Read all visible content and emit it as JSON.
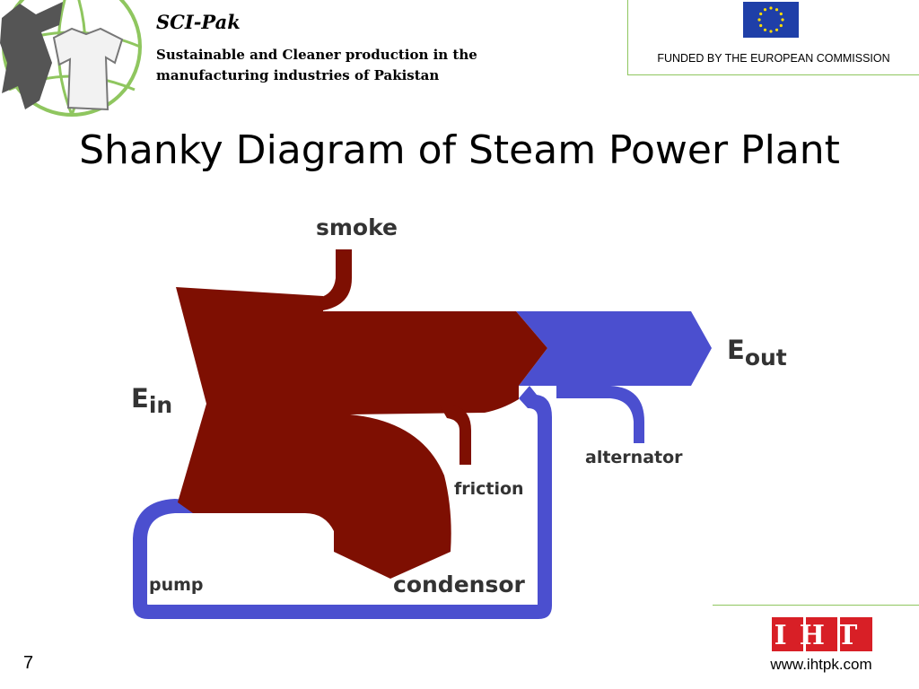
{
  "header": {
    "title": "SCI-Pak",
    "subtitle": "Sustainable and Cleaner production in the manufacturing industries of Pakistan",
    "funding": "FUNDED BY THE EUROPEAN COMMISSION"
  },
  "slide": {
    "title": "Shanky Diagram of Steam Power Plant",
    "page_number": "7"
  },
  "diagram": {
    "labels": {
      "smoke": "smoke",
      "e_in_main": "E",
      "e_in_sub": "in",
      "e_out_main": "E",
      "e_out_sub": "out",
      "alternator": "alternator",
      "friction": "friction",
      "pump": "pump",
      "condensor": "condensor"
    },
    "colors": {
      "heat_flow": "#7e0f02",
      "electric_flow": "#4b4fcf"
    }
  },
  "footer": {
    "logo_text": "IHT",
    "url": "www.ihtpk.com"
  },
  "colors": {
    "accent_green": "#8fc65f",
    "logo_red": "#d81f26"
  }
}
